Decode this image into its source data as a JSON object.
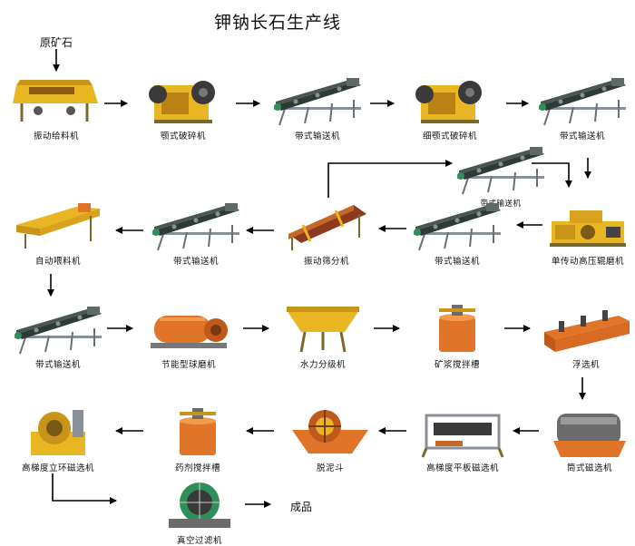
{
  "title": "钾钠长石生产线",
  "raw_ore": "原矿石",
  "product": "成品",
  "equipment": [
    {
      "id": "n1",
      "label": "振动给料机",
      "icon": "vibrating-feeder-icon"
    },
    {
      "id": "n2",
      "label": "颚式破碎机",
      "icon": "jaw-crusher-icon"
    },
    {
      "id": "n3",
      "label": "带式输送机",
      "icon": "belt-conveyor-icon"
    },
    {
      "id": "n4",
      "label": "细颚式破碎机",
      "icon": "fine-jaw-crusher-icon"
    },
    {
      "id": "n5",
      "label": "带式输送机",
      "icon": "belt-conveyor-icon"
    },
    {
      "id": "n6",
      "label": "带式输送机",
      "icon": "belt-conveyor-icon"
    },
    {
      "id": "n7",
      "label": "单传动高压辊磨机",
      "icon": "hpgr-roller-mill-icon"
    },
    {
      "id": "n8",
      "label": "带式输送机",
      "icon": "belt-conveyor-icon"
    },
    {
      "id": "n9",
      "label": "振动筛分机",
      "icon": "vibrating-screen-icon"
    },
    {
      "id": "n10",
      "label": "带式输送机",
      "icon": "belt-conveyor-icon"
    },
    {
      "id": "n11",
      "label": "自动喂料机",
      "icon": "auto-feeder-icon"
    },
    {
      "id": "n12",
      "label": "带式输送机",
      "icon": "belt-conveyor-icon"
    },
    {
      "id": "n13",
      "label": "节能型球磨机",
      "icon": "ball-mill-icon"
    },
    {
      "id": "n14",
      "label": "水力分级机",
      "icon": "hydraulic-classifier-icon"
    },
    {
      "id": "n15",
      "label": "矿浆搅拌槽",
      "icon": "slurry-agitator-icon"
    },
    {
      "id": "n16",
      "label": "浮选机",
      "icon": "flotation-machine-icon"
    },
    {
      "id": "n17",
      "label": "筒式磁选机",
      "icon": "drum-magnetic-separator-icon"
    },
    {
      "id": "n18",
      "label": "高梯度平板磁选机",
      "icon": "flat-plate-magnetic-separator-icon"
    },
    {
      "id": "n19",
      "label": "脱泥斗",
      "icon": "desliming-bucket-icon"
    },
    {
      "id": "n20",
      "label": "药剂搅拌槽",
      "icon": "reagent-agitator-icon"
    },
    {
      "id": "n21",
      "label": "高梯度立环磁选机",
      "icon": "vertical-ring-magnetic-separator-icon"
    },
    {
      "id": "n22",
      "label": "真空过滤机",
      "icon": "vacuum-filter-icon"
    }
  ],
  "colors": {
    "machine_yellow": "#e8b523",
    "machine_orange": "#e0752a",
    "belt_dark": "#2e3a35",
    "frame_gray": "#8a9097",
    "roller_green": "#2f8f5a"
  }
}
